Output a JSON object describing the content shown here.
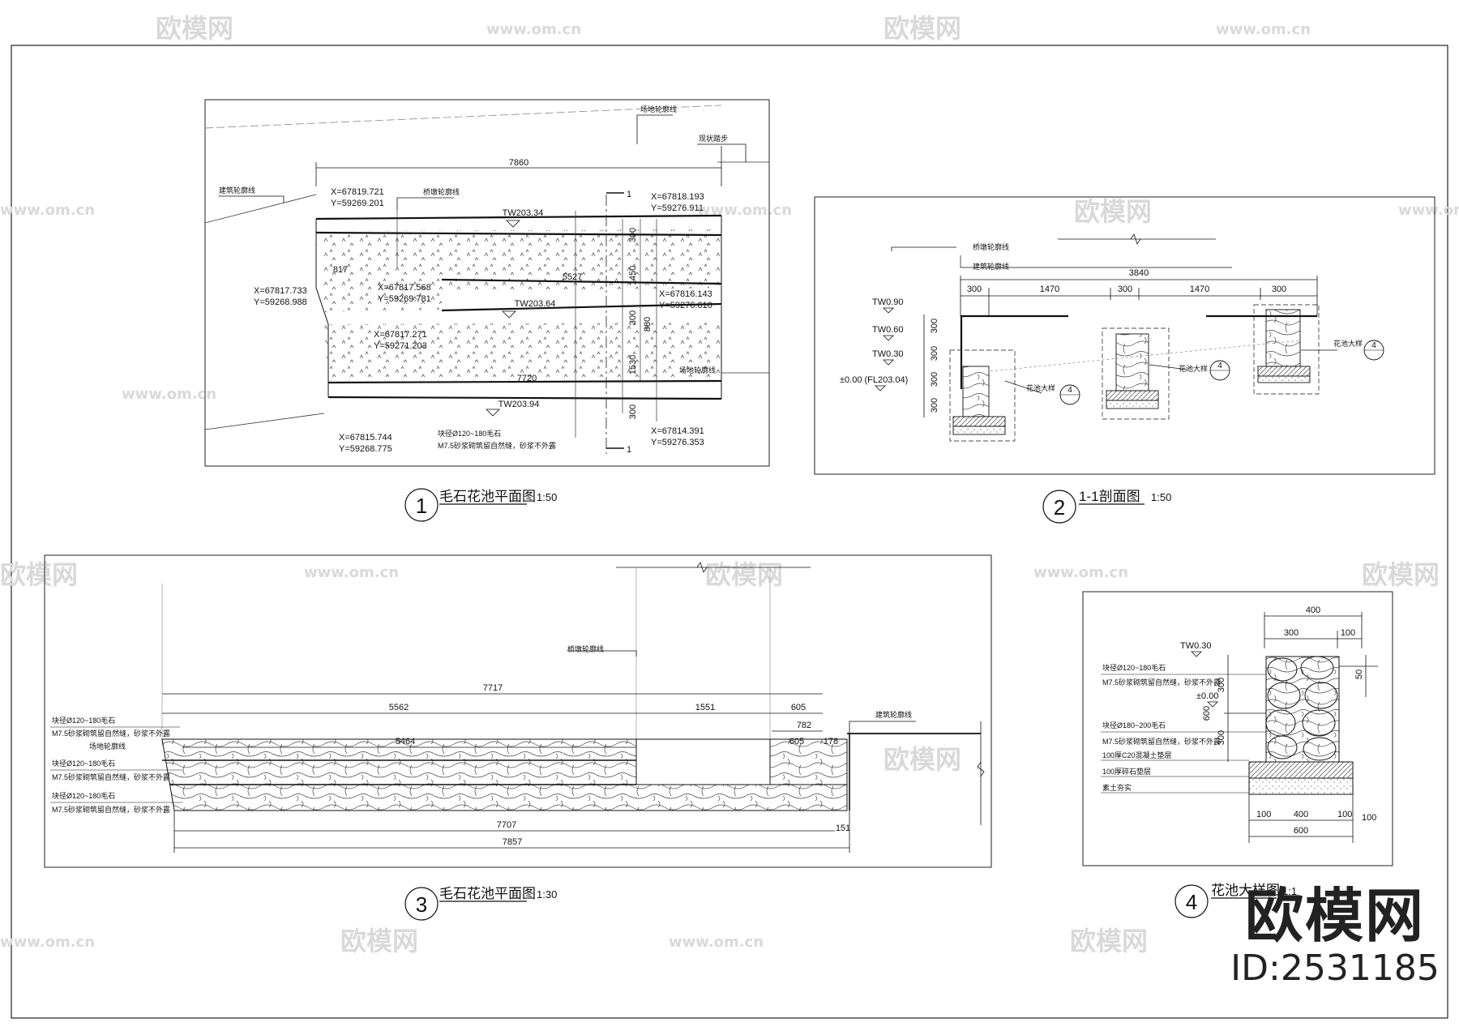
{
  "watermark": {
    "site": "www.om.cn",
    "logo": "欧模网"
  },
  "brand": {
    "name": "欧模网",
    "id": "ID:2531185"
  },
  "views": [
    {
      "num": "1",
      "title": "毛石花池平面图",
      "scale": "1:50"
    },
    {
      "num": "2",
      "title": "1-1剖面图",
      "scale": "1:50"
    },
    {
      "num": "3",
      "title": "毛石花池平面图",
      "scale": "1:30"
    },
    {
      "num": "4",
      "title": "花池大样图",
      "scale": "1:1"
    }
  ],
  "plan1": {
    "site_outline": "场地轮廓线",
    "existing_steps": "现状踏步",
    "building_outline": "建筑轮廓线",
    "bridge_outline": "桥墩轮廓线",
    "site_outline2": "场地轮廓线",
    "dim_total": "7860",
    "dim_5527": "5527",
    "dim_7720": "7720",
    "dim_817": "817",
    "dim_300a": "300",
    "dim_1450": "1450",
    "dim_300b": "300",
    "dim_1530": "1530",
    "dim_300c": "300",
    "dim_880": "880",
    "tw1": "TW203.34",
    "tw2": "TW203.64",
    "tw3": "TW203.94",
    "sec_mark_top": "1",
    "sec_mark_bottom": "1",
    "c1x": "X=67819.721",
    "c1y": "Y=59269.201",
    "c2x": "X=67818.193",
    "c2y": "Y=59276.911",
    "c3x": "X=67817.733",
    "c3y": "Y=59268.988",
    "c4x": "X=67817.568",
    "c4y": "Y=59269.781",
    "c5x": "X=67816.143",
    "c5y": "Y=59276.610",
    "c6x": "X=67817.271",
    "c6y": "Y=59271.203",
    "c7x": "X=67815.744",
    "c7y": "Y=59268.775",
    "c8x": "X=67814.391",
    "c8y": "Y=59276.353",
    "note1": "块径Ø120~180毛石",
    "note2": "M7.5砂浆砌筑留自然缝，砂浆不外露"
  },
  "section2": {
    "bridge_outline": "桥墩轮廓线",
    "building_outline": "建筑轮廓线",
    "dim_total": "3840",
    "d300a": "300",
    "d1470a": "1470",
    "d300b": "300",
    "d1470b": "1470",
    "d300c": "300",
    "tw090": "TW0.90",
    "tw060": "TW0.60",
    "tw030": "TW0.30",
    "level0": "±0.00 (FL203.04)",
    "v300a": "300",
    "v300b": "300",
    "v300c": "300",
    "v300d": "300",
    "detail_label": "花池大样",
    "detail_num": "4"
  },
  "plan3": {
    "bridge_outline": "桥墩轮廓线",
    "building_outline": "建筑轮廓线",
    "site_outline": "场地轮廓线",
    "d7717": "7717",
    "d5562": "5562",
    "d1551": "1551",
    "d605a": "605",
    "d782": "782",
    "d5464": "5464",
    "d605b": "605",
    "d178": "178",
    "d7707": "7707",
    "d151": "151",
    "d7857": "7857",
    "n1a": "块径Ø120~180毛石",
    "n1b": "M7.5砂浆砌筑留自然缝，砂浆不外露",
    "n2a": "块径Ø120~180毛石",
    "n2b": "M7.5砂浆砌筑留自然缝，砂浆不外露",
    "n3a": "块径Ø120~180毛石",
    "n3b": "M7.5砂浆砌筑留自然缝，砂浆不外露"
  },
  "detail4": {
    "d400": "400",
    "d300": "300",
    "d100": "100",
    "tw030": "TW0.30",
    "level0": "±0.00",
    "v50": "50",
    "v300a": "300",
    "v600": "600",
    "v300b": "300",
    "n1": "块径Ø120~180毛石",
    "n2": "M7.5砂浆砌筑留自然缝，砂浆不外露",
    "n3": "块径Ø180~200毛石",
    "n4": "M7.5砂浆砌筑留自然缝，砂浆不外露",
    "n5": "100厚C20混凝土垫层",
    "n6": "100厚碎石垫层",
    "n7": "素土夯实",
    "b100a": "100",
    "b400": "400",
    "b100b": "100",
    "b600": "600",
    "b100c": "100"
  }
}
